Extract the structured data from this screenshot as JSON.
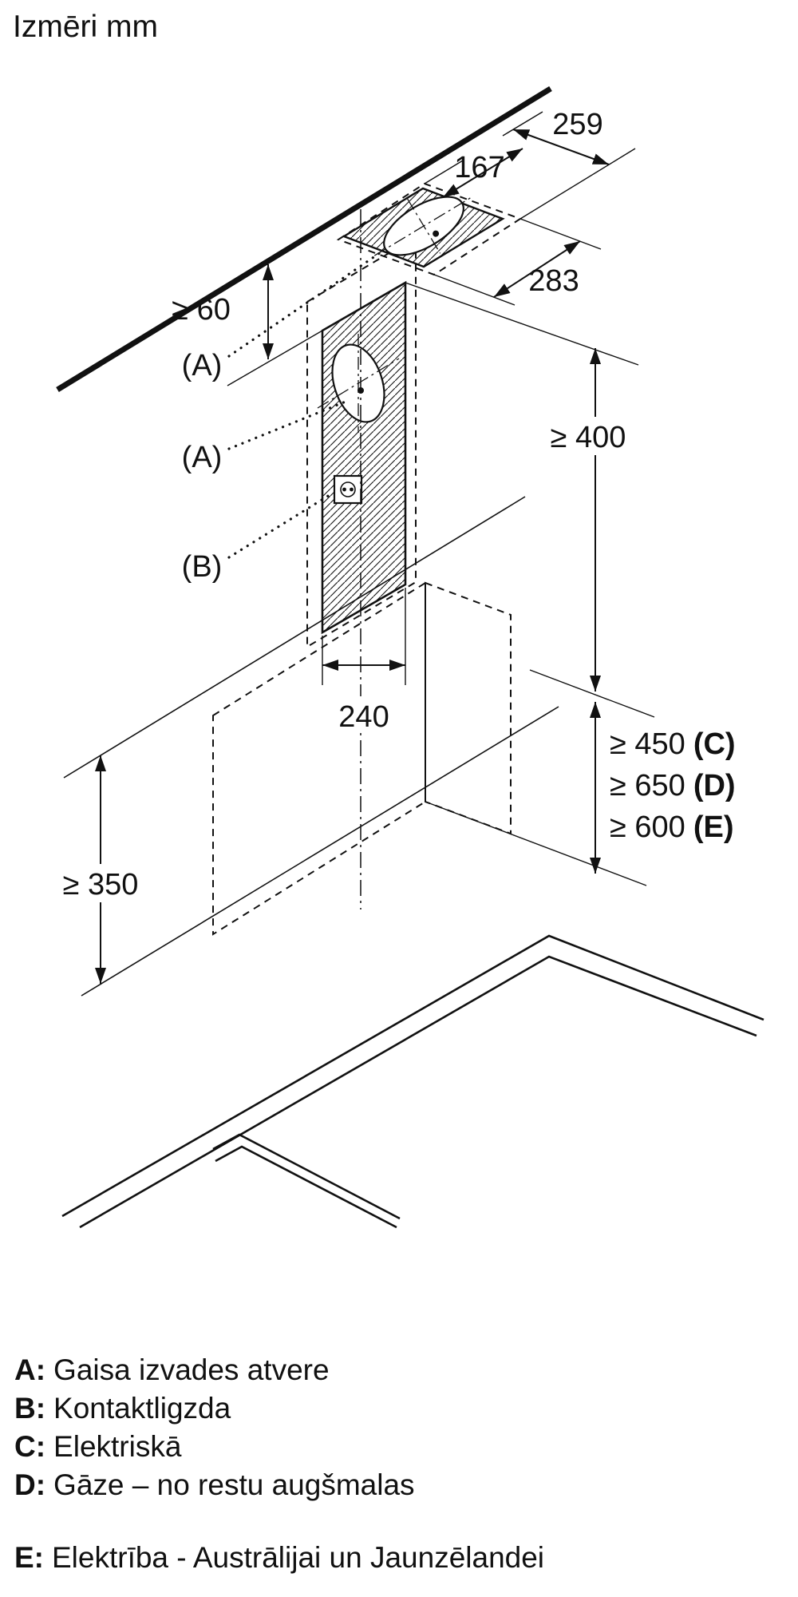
{
  "title": "Izmēri mm",
  "dims": {
    "d259": "259",
    "d167": "167",
    "d283": "283",
    "d60": "≥ 60",
    "d400": "≥ 400",
    "d240": "240",
    "d350": "≥ 350",
    "clearances": [
      {
        "value": "≥ 450",
        "ref": "(C)"
      },
      {
        "value": "≥ 650",
        "ref": "(D)"
      },
      {
        "value": "≥ 600",
        "ref": "(E)"
      }
    ]
  },
  "callouts": {
    "a1": "(A)",
    "a2": "(A)",
    "b": "(B)"
  },
  "legend": {
    "items": [
      {
        "key": "A:",
        "text": "Gaisa izvades atvere"
      },
      {
        "key": "B:",
        "text": "Kontaktligzda"
      },
      {
        "key": "C:",
        "text": "Elektriskā"
      },
      {
        "key": "D:",
        "text": "Gāze – no restu augšmalas"
      },
      {
        "key": "E:",
        "text": "Elektrība - Austrālijai un Jaunzēlandei"
      }
    ]
  }
}
